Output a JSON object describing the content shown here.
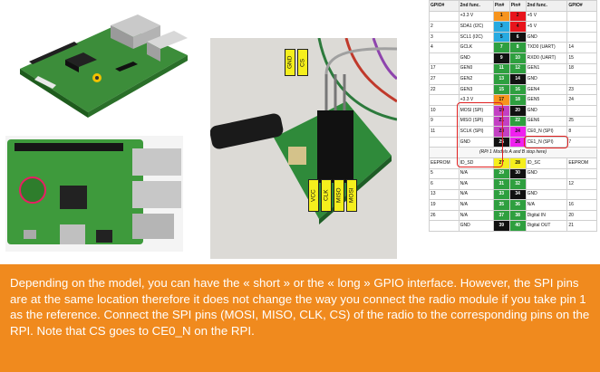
{
  "table": {
    "headers": [
      "GPIO#",
      "2nd func.",
      "Pin#",
      "Pin#",
      "2nd func.",
      "GPIO#"
    ],
    "rows_top": [
      [
        "",
        "+3.3 V",
        "1",
        "2",
        "+5 V",
        ""
      ],
      [
        "2",
        "SDA1 (I2C)",
        "3",
        "4",
        "+5 V",
        ""
      ],
      [
        "3",
        "SCL1 (I2C)",
        "5",
        "6",
        "GND",
        ""
      ],
      [
        "4",
        "GCLK",
        "7",
        "8",
        "TXD0 (UART)",
        "14"
      ],
      [
        "",
        "GND",
        "9",
        "10",
        "RXD0 (UART)",
        "15"
      ],
      [
        "17",
        "GEN0",
        "11",
        "12",
        "GEN1",
        "18"
      ],
      [
        "27",
        "GEN2",
        "13",
        "14",
        "GND",
        ""
      ],
      [
        "22",
        "GEN3",
        "15",
        "16",
        "GEN4",
        "23"
      ],
      [
        "",
        "+3.3 V",
        "17",
        "18",
        "GEN5",
        "24"
      ],
      [
        "10",
        "MOSI (SPI)",
        "19",
        "20",
        "GND",
        ""
      ],
      [
        "9",
        "MISO (SPI)",
        "21",
        "22",
        "GEN6",
        "25"
      ],
      [
        "11",
        "SCLK (SPI)",
        "23",
        "24",
        "CE0_N (SPI)",
        "8"
      ],
      [
        "",
        "GND",
        "25",
        "26",
        "CE1_N (SPI)",
        "7"
      ]
    ],
    "note": "(RPi 1 Models A and B stop here)",
    "rows_bottom": [
      [
        "EEPROM",
        "ID_SD",
        "27",
        "28",
        "ID_SC",
        "EEPROM"
      ],
      [
        "5",
        "N/A",
        "29",
        "30",
        "GND",
        ""
      ],
      [
        "6",
        "N/A",
        "31",
        "32",
        "",
        "12"
      ],
      [
        "13",
        "N/A",
        "33",
        "34",
        "GND",
        ""
      ],
      [
        "19",
        "N/A",
        "35",
        "36",
        "N/A",
        "16"
      ],
      [
        "26",
        "N/A",
        "37",
        "38",
        "Digital IN",
        "20"
      ],
      [
        "",
        "GND",
        "39",
        "40",
        "Digital OUT",
        "21"
      ]
    ]
  },
  "pin_colors": {
    "1": "#f7941d",
    "2": "#e8141c",
    "3": "#27aae1",
    "4": "#e8141c",
    "5": "#27aae1",
    "6": "#111111",
    "7": "#2e9f3f",
    "8": "#2e9f3f",
    "9": "#111111",
    "10": "#2e9f3f",
    "11": "#2e9f3f",
    "12": "#2e9f3f",
    "13": "#2e9f3f",
    "14": "#111111",
    "15": "#2e9f3f",
    "16": "#2e9f3f",
    "17": "#f7941d",
    "18": "#2e9f3f",
    "19": "#c340c3",
    "20": "#111111",
    "21": "#c340c3",
    "22": "#2e9f3f",
    "23": "#c340c3",
    "24": "#f020f0",
    "25": "#111111",
    "26": "#f020f0",
    "27": "#f5ef1d",
    "28": "#f5ef1d",
    "29": "#2e9f3f",
    "30": "#111111",
    "31": "#2e9f3f",
    "32": "#2e9f3f",
    "33": "#2e9f3f",
    "34": "#111111",
    "35": "#2e9f3f",
    "36": "#2e9f3f",
    "37": "#2e9f3f",
    "38": "#2e9f3f",
    "39": "#111111",
    "40": "#2e9f3f"
  },
  "module_labels": {
    "top": [
      "GND",
      "CS"
    ],
    "bottom": [
      "VCC",
      "CLK",
      "MISO",
      "MOSI"
    ]
  },
  "caption": "Depending on the model, you can have the « short » or the « long » GPIO interface. However, the SPI pins are at the same location therefore it does not change the way you connect the radio module if you take pin 1 as the reference. Connect the SPI pins (MOSI, MISO, CLK, CS) of the radio to the corresponding pins on the RPI. Note that CS goes to  CE0_N on the RPI.",
  "colors": {
    "banner": "#f08a1e",
    "spi_highlight": "#e02020",
    "label_yellow": "#f5ef1d"
  }
}
